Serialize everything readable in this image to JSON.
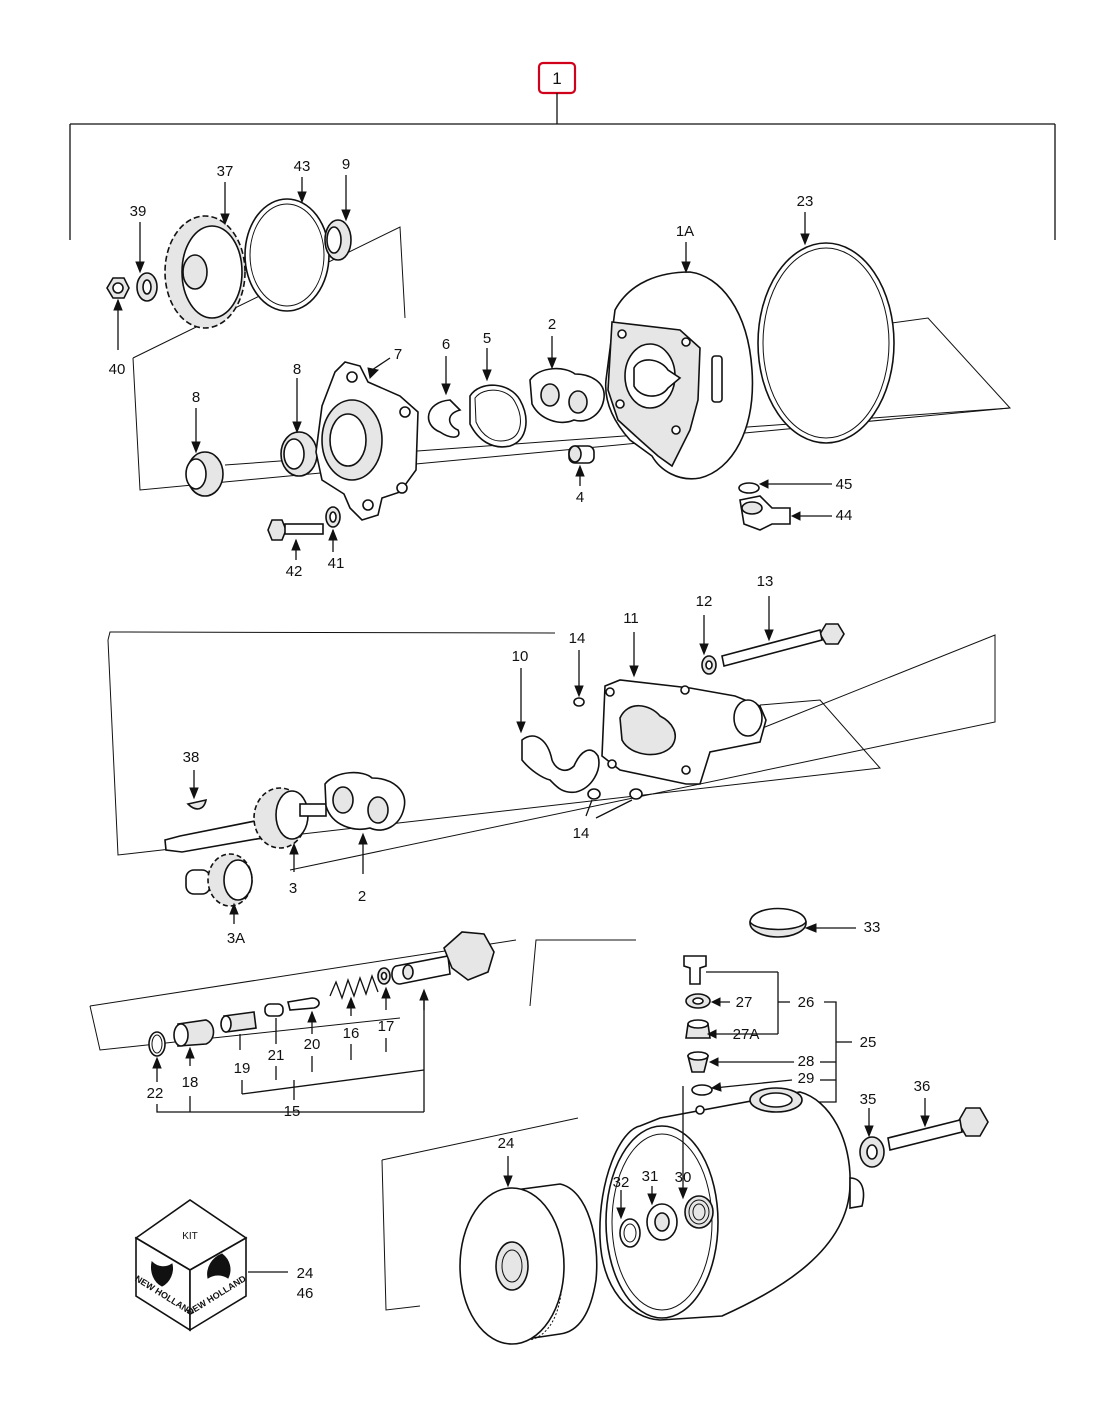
{
  "assembly": {
    "highlighted_callout": "1",
    "highlight_color": "#d0021b"
  },
  "callouts": {
    "c1A": "1A",
    "c2a": "2",
    "c2b": "2",
    "c3": "3",
    "c3A": "3A",
    "c4": "4",
    "c5": "5",
    "c6": "6",
    "c7": "7",
    "c8a": "8",
    "c8b": "8",
    "c9": "9",
    "c10": "10",
    "c11": "11",
    "c12": "12",
    "c13": "13",
    "c14a": "14",
    "c14b": "14",
    "c15": "15",
    "c16": "16",
    "c17": "17",
    "c18": "18",
    "c19": "19",
    "c20": "20",
    "c21": "21",
    "c22": "22",
    "c23": "23",
    "c24": "24",
    "c24kit": "24",
    "c25": "25",
    "c26": "26",
    "c27": "27",
    "c27A": "27A",
    "c28": "28",
    "c29": "29",
    "c30": "30",
    "c31": "31",
    "c32": "32",
    "c33": "33",
    "c35": "35",
    "c36": "36",
    "c37": "37",
    "c38": "38",
    "c39": "39",
    "c40": "40",
    "c41": "41",
    "c42": "42",
    "c43": "43",
    "c44": "44",
    "c45": "45",
    "c46kit": "46"
  },
  "kit_box": {
    "label": "KIT",
    "brand_left": "NEW HOLLAND",
    "brand_right": "NEW HOLLAND",
    "icon": "new-holland-leaf-logo"
  }
}
